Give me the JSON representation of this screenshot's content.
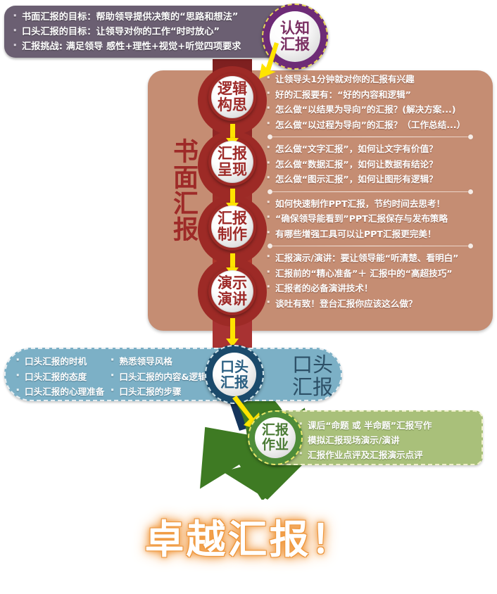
{
  "colors": {
    "purple_panel": "#6b5f72",
    "tan_panel": "#c58d73",
    "spine_red": "#a33029",
    "blue_panel": "#7cb0c6",
    "navy": "#15355c",
    "green_panel": "#a9c07a",
    "green_arrow": "#3e7a23",
    "arrow_yellow": "#ffe400",
    "title_glow": "#ef8c28"
  },
  "header": {
    "bullets": [
      "书面汇报的目标：帮助领导提供决策的“思路和想法”",
      "口头汇报的目标：让领导对你的工作“时时放心”",
      "汇报挑战: 满足领导 感性+理性+视觉+听觉四项要求"
    ]
  },
  "nodes": {
    "cognition": "认知\n汇报",
    "cognition_line1": "认知",
    "cognition_line2": "汇报",
    "oral_line1": "口头",
    "oral_line2": "汇报",
    "homework_line1": "汇报",
    "homework_line2": "作业"
  },
  "written": {
    "vertical_label": "书面汇报",
    "steps": [
      {
        "line1": "逻辑",
        "line2": "构思"
      },
      {
        "line1": "汇报",
        "line2": "呈现"
      },
      {
        "line1": "汇报",
        "line2": "制作"
      },
      {
        "line1": "演示",
        "line2": "演讲"
      }
    ],
    "groups": [
      {
        "bullets": [
          "让领导头1分钟就对你的汇报有兴趣",
          "好的汇报要有：“好的内容和逻辑”",
          "怎么做“以结果为导向”的汇报？(解决方案...)",
          "怎么做“以过程为导向”的汇报？（工作总结...）"
        ]
      },
      {
        "bullets": [
          "怎么做“文字汇报”，如何让文字有价值？",
          "怎么做“数据汇报”，如何让数据有结论？",
          "怎么做“图示汇报”，如何让图形有逻辑？"
        ]
      },
      {
        "bullets": [
          "如何快速制作PPT汇报，节约时间去思考！",
          "“确保领导能看到”PPT汇报保存与发布策略",
          "有哪些增强工具可以让PPT汇报更完美！"
        ]
      },
      {
        "bullets": [
          "汇报演示/演讲：要让领导能“听清楚、看明白”",
          "汇报前的“精心准备”＋ 汇报中的“高超技巧”",
          "汇报者的必备演讲技术！",
          "谈吐有致！登台汇报你应该这么做？"
        ]
      }
    ]
  },
  "oral": {
    "side_label_line1": "口头",
    "side_label_line2": "汇报",
    "column_a": [
      "口头汇报的时机",
      "口头汇报的态度",
      "口头汇报的心理准备"
    ],
    "column_b": [
      "熟悉领导风格",
      "口头汇报的内容&逻辑",
      "口头汇报的步骤"
    ]
  },
  "homework": {
    "bullets": [
      "课后“命题 或 半命题”汇报写作",
      "模拟汇报现场演示/演讲",
      "汇报作业点评及汇报演示点评"
    ]
  },
  "footer": {
    "title": "卓越汇报！"
  }
}
